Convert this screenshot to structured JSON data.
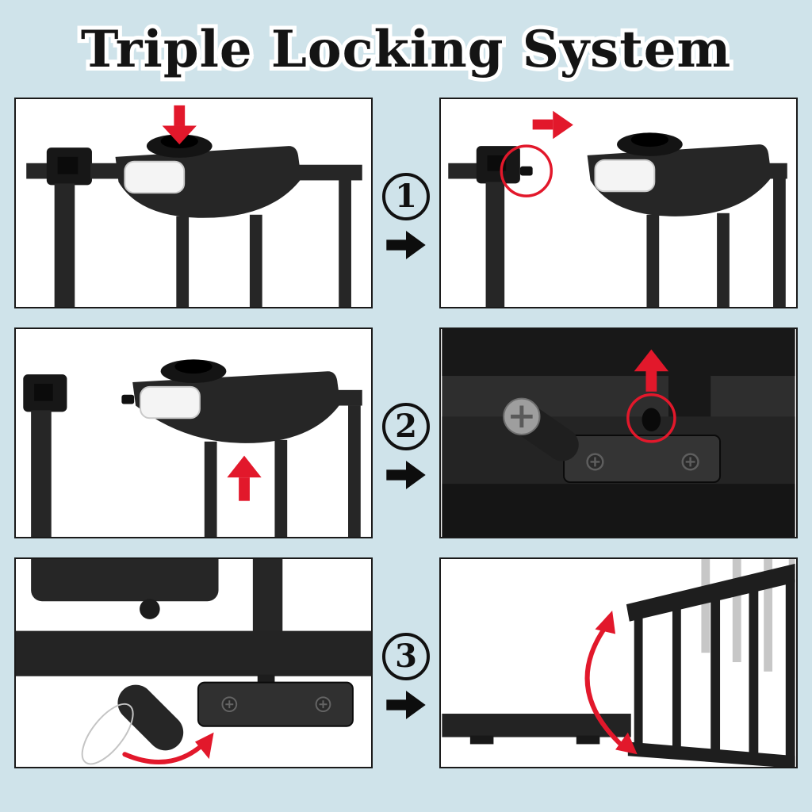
{
  "title": "Triple Locking System",
  "colors": {
    "background": "#cfe3ea",
    "panel_background": "#ffffff",
    "panel_border": "#1a1a1a",
    "product_black": "#262626",
    "product_dark": "#171717",
    "label_white": "#f4f4f4",
    "fixed_gate_gray": "#c7c7c7",
    "accent_red": "#e2182b",
    "title_fill": "#141414",
    "title_outline": "#ffffff"
  },
  "icons": {
    "between_step_arrow": "➡",
    "red_press_down_arrow": "↓",
    "red_slide_right_arrow": "→",
    "red_lift_up_arrow": "↑",
    "red_release_up_arrow": "↑",
    "red_rotate_arrow": "⟳",
    "red_swing_arrow": "⤵",
    "highlight_circle": "○"
  },
  "steps": [
    {
      "number": "1",
      "left_icon": "red-press-down-arrow",
      "right_icon": "red-slide-right-arrow",
      "highlight": "red-circle"
    },
    {
      "number": "2",
      "left_icon": "red-lift-up-arrow",
      "right_icon": "red-release-up-arrow",
      "highlight": "red-circle"
    },
    {
      "number": "3",
      "left_icon": "red-rotate-arrow",
      "right_icon": "red-swing-arrow",
      "highlight": ""
    }
  ]
}
